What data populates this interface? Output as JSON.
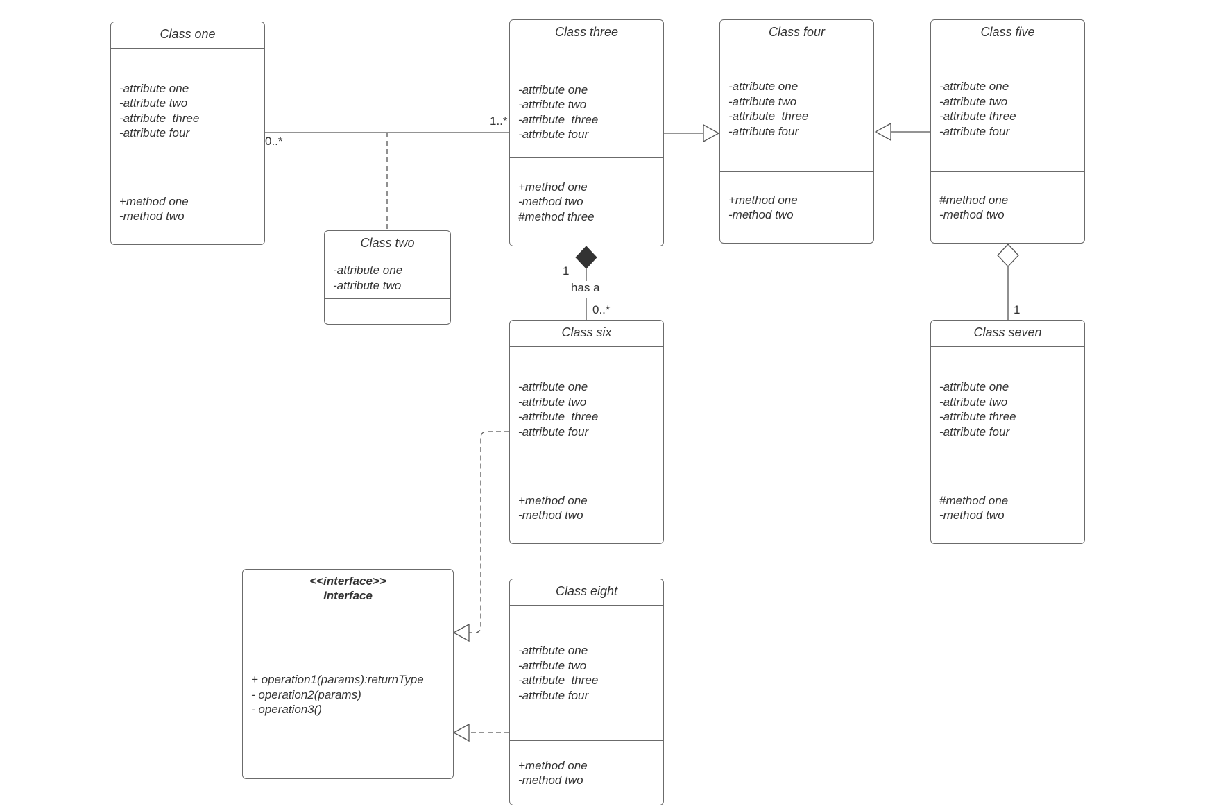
{
  "classes": {
    "one": {
      "name": "Class one",
      "attributes": [
        "-attribute one",
        "-attribute two",
        "-attribute  three",
        "-attribute four"
      ],
      "methods": [
        "+method one",
        "-method two"
      ]
    },
    "two": {
      "name": "Class two",
      "attributes": [
        "-attribute one",
        "-attribute two"
      ],
      "methods": []
    },
    "three": {
      "name": "Class three",
      "attributes": [
        "-attribute one",
        "-attribute two",
        "-attribute  three",
        "-attribute four"
      ],
      "methods": [
        "+method one",
        "-method two",
        "#method three"
      ]
    },
    "four": {
      "name": "Class four",
      "attributes": [
        "-attribute one",
        "-attribute two",
        "-attribute  three",
        "-attribute four"
      ],
      "methods": [
        "+method one",
        "-method two"
      ]
    },
    "five": {
      "name": "Class five",
      "attributes": [
        "-attribute one",
        "-attribute two",
        "-attribute three",
        "-attribute four"
      ],
      "methods": [
        "#method one",
        "-method two"
      ]
    },
    "six": {
      "name": "Class six",
      "attributes": [
        "-attribute one",
        "-attribute two",
        "-attribute  three",
        "-attribute four"
      ],
      "methods": [
        "+method one",
        "-method two"
      ]
    },
    "seven": {
      "name": "Class seven",
      "attributes": [
        "-attribute one",
        "-attribute two",
        "-attribute three",
        "-attribute four"
      ],
      "methods": [
        "#method one",
        "-method two"
      ]
    },
    "eight": {
      "name": "Class eight",
      "attributes": [
        "-attribute one",
        "-attribute two",
        "-attribute  three",
        "-attribute four"
      ],
      "methods": [
        "+method one",
        "-method two"
      ]
    }
  },
  "interface": {
    "stereotype": "<<interface>>",
    "name": "Interface",
    "operations": [
      "+ operation1(params):returnType",
      "- operation2(params)",
      "- operation3()"
    ]
  },
  "labels": {
    "assoc_one_mult": "0..*",
    "assoc_three_mult": "1..*",
    "comp_three_mult": "1",
    "comp_label": "has a",
    "comp_six_mult": "0..*",
    "agg_seven_mult": "1"
  }
}
